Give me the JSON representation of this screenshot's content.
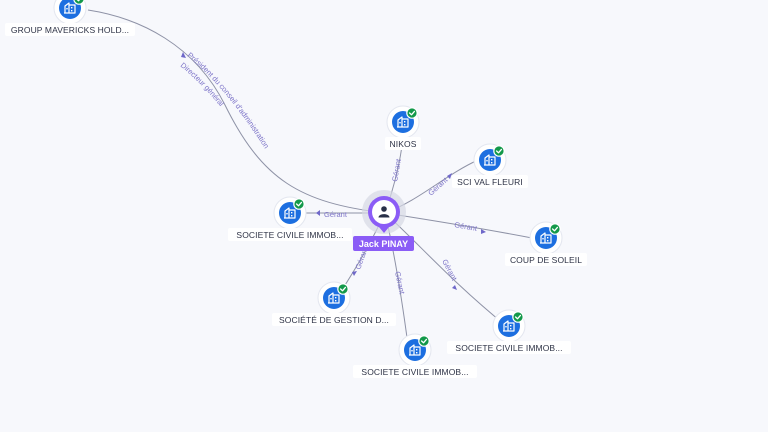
{
  "center": {
    "label": "Jack PINAY",
    "icon": "person-icon",
    "color": "#8b5cf6"
  },
  "nodes": [
    {
      "id": "group-mavericks",
      "label": "GROUP MAVERICKS HOLD...",
      "icon": "building-icon",
      "verified": true
    },
    {
      "id": "nikos",
      "label": "NIKOS",
      "icon": "building-icon",
      "verified": true
    },
    {
      "id": "sci-val-fleuri",
      "label": "SCI VAL FLEURI",
      "icon": "building-icon",
      "verified": true
    },
    {
      "id": "coup-de-soleil",
      "label": "COUP DE SOLEIL",
      "icon": "building-icon",
      "verified": true
    },
    {
      "id": "societe-civile-1",
      "label": "SOCIETE CIVILE IMMOB...",
      "icon": "building-icon",
      "verified": true
    },
    {
      "id": "societe-gestion",
      "label": "SOCIÉTÉ DE GESTION D...",
      "icon": "building-icon",
      "verified": true
    },
    {
      "id": "societe-civile-2",
      "label": "SOCIETE CIVILE IMMOB...",
      "icon": "building-icon",
      "verified": true
    },
    {
      "id": "societe-civile-3",
      "label": "SOCIETE CIVILE IMMOB...",
      "icon": "building-icon",
      "verified": true
    }
  ],
  "edges": [
    {
      "to": "group-mavericks",
      "labels": [
        "Président du conseil d'administration",
        "Directeur général"
      ]
    },
    {
      "to": "nikos",
      "labels": [
        "Gérant"
      ]
    },
    {
      "to": "sci-val-fleuri",
      "labels": [
        "Gérant"
      ]
    },
    {
      "to": "coup-de-soleil",
      "labels": [
        "Gérant"
      ]
    },
    {
      "to": "societe-civile-1",
      "labels": [
        "Gérant"
      ]
    },
    {
      "to": "societe-gestion",
      "labels": [
        "Gérant"
      ]
    },
    {
      "to": "societe-civile-2",
      "labels": [
        "Gérant"
      ]
    },
    {
      "to": "societe-civile-3",
      "labels": [
        "Gérant"
      ]
    }
  ],
  "colors": {
    "company": "#1d6fe0",
    "verified": "#13994a",
    "edge": "#8e92a6",
    "edge_label": "#7d74c8",
    "background": "#f7f8fc"
  }
}
